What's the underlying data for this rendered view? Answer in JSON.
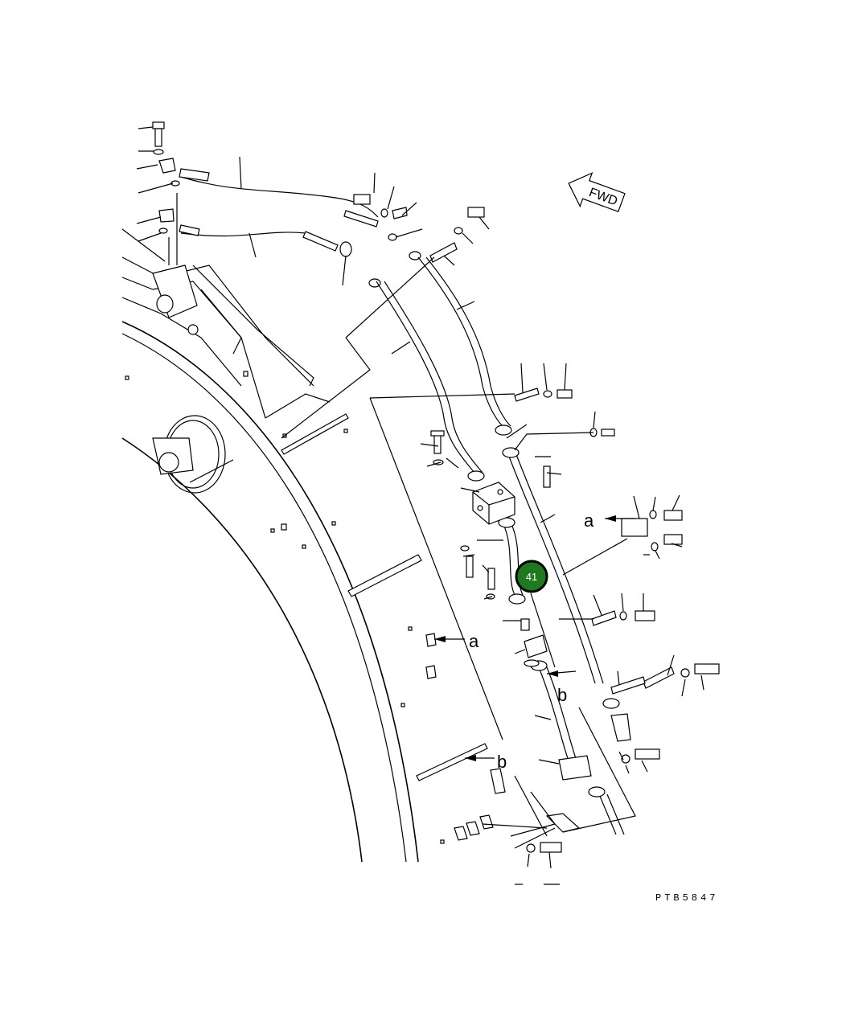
{
  "diagram": {
    "drawing_code": "PTB5847",
    "direction_label": "FWD",
    "callout": {
      "number": "41",
      "color": "#1f7a1f",
      "ring_color": "#000000"
    },
    "view_labels": {
      "a1": "a",
      "a2": "a",
      "b1": "b",
      "b2": "b"
    }
  }
}
